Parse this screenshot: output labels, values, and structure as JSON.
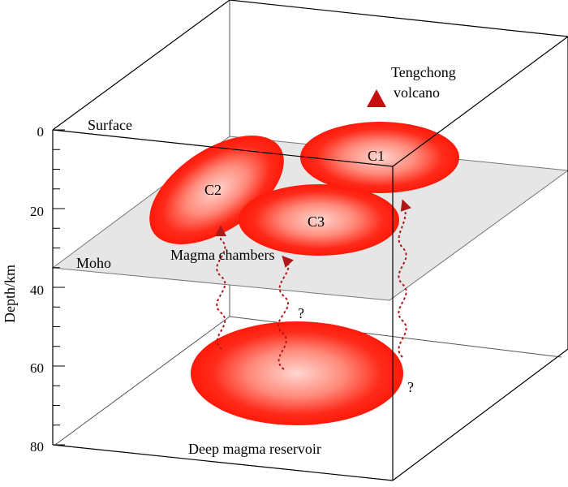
{
  "labels": {
    "volcano_line1": "Tengchong",
    "volcano_line2": "volcano",
    "surface": "Surface",
    "moho": "Moho",
    "magma_chambers": "Magma chambers",
    "deep_reservoir": "Deep magma reservoir",
    "c1": "C1",
    "c2": "C2",
    "c3": "C3",
    "question_mark_a": "?",
    "question_mark_b": "?"
  },
  "axis": {
    "label": "Depth/km",
    "ticks": [
      "0",
      "20",
      "40",
      "60",
      "80"
    ]
  },
  "colors": {
    "magma": "#ff2a1a",
    "magma_center": "#ffd6d0",
    "volcano": "#c80f0f",
    "moho_plane": "#e6e6e6",
    "arrow": "#b01818",
    "box_edge": "#000000"
  }
}
